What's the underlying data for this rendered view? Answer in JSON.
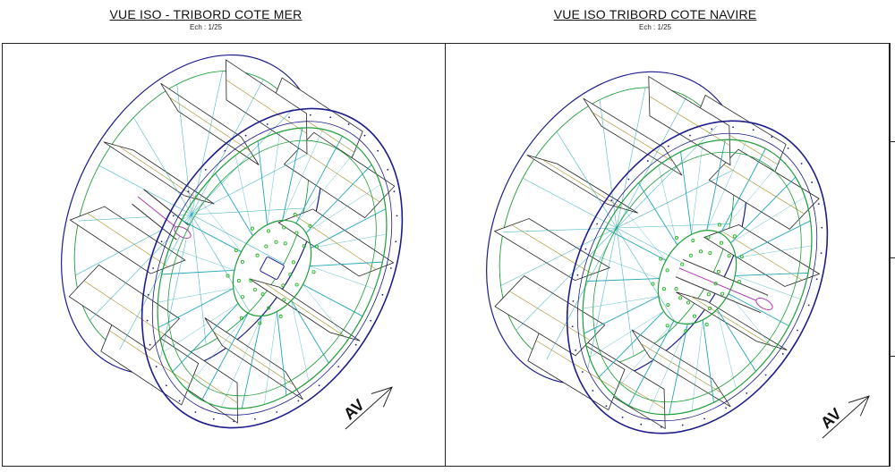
{
  "views": [
    {
      "title": "VUE ISO - TRIBORD COTE MER",
      "scale": "Ech : 1/25"
    },
    {
      "title": "VUE ISO TRIBORD COTE NAVIRE",
      "scale": "Ech : 1/25"
    }
  ],
  "north_arrow_label": "AV",
  "colors": {
    "outer_ring": "#1c1c8c",
    "inner_ring": "#1f9e3a",
    "spokes": "#21a6b5",
    "paddles": "#222222",
    "paddle_frame": "#a58a1e",
    "hub_bolts": "#22b522",
    "shaft": "#b03bb0",
    "shaft_outline": "#333333"
  },
  "icons": [
    "north-arrow-icon"
  ]
}
